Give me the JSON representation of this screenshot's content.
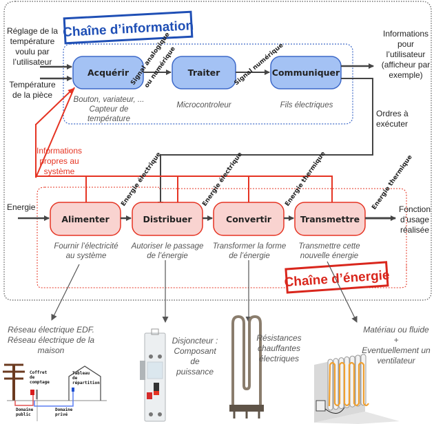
{
  "colors": {
    "info_fill": "#a4c2f4",
    "info_stroke": "#3c68c8",
    "energy_fill": "#f9d3d0",
    "energy_stroke": "#e53322",
    "arrow": "#444444",
    "red_line": "#e53322",
    "info_stamp": "#1f4fb5",
    "energy_stamp": "#d9261c"
  },
  "info_chain": {
    "stamp": "Chaîne d’information",
    "blocks": [
      {
        "label": "Acquérir",
        "caption": "Bouton, variateur, ...\nCapteur de\ntempérature"
      },
      {
        "label": "Traiter",
        "caption": "Microcontroleur"
      },
      {
        "label": "Communiquer",
        "caption": "Fils électriques"
      }
    ],
    "links": [
      "Signal analogique",
      "ou numérique",
      "Signal numérique"
    ],
    "inputs": [
      "Réglage de la\ntempérature\nvoulu par\nl’utilisateur",
      "Température\nde la pièce"
    ],
    "outputs": [
      "Informations\npour\nl’utilisateur\n(afficheur par\nexemple)",
      "Ordres à\nexécuter"
    ]
  },
  "energy_chain": {
    "stamp": "Chaîne d’énergie",
    "input": "Energie",
    "output": "Fonction\nd’usage\nréalisée",
    "feedback": "Informations\npropres au\nsystème",
    "blocks": [
      {
        "label": "Alimenter",
        "caption": "Fournir l’électricité\nau système"
      },
      {
        "label": "Distribuer",
        "caption": "Autoriser le passage\nde l’énergie"
      },
      {
        "label": "Convertir",
        "caption": "Transformer la forme\nde l’énergie"
      },
      {
        "label": "Transmettre",
        "caption": "Transmettre cette\nnouvelle énergie"
      }
    ],
    "links": [
      "Energie électrique",
      "Energie électrique",
      "Energie thermique",
      "Energie thermique"
    ]
  },
  "examples": [
    {
      "caption": "Réseau électrique EDF.\nRéseau électrique de la\nmaison",
      "image": "power-grid-illustration",
      "labels": {
        "meter": "Coffret\nde\ncomptage",
        "panel": "Tableau\nde\nrépartition",
        "public": "Domaine\npublic",
        "private": "Domaine\nprivé"
      }
    },
    {
      "caption": "Disjoncteur :\nComposant de\npuissance",
      "image": "circuit-breaker-photo"
    },
    {
      "caption": "Résistances\nchauffantes\nélectriques",
      "image": "heating-element-photo"
    },
    {
      "caption": "Matériau ou fluide\n+\nEventuellement un\nventilateur",
      "image": "radiator-illustration"
    }
  ]
}
